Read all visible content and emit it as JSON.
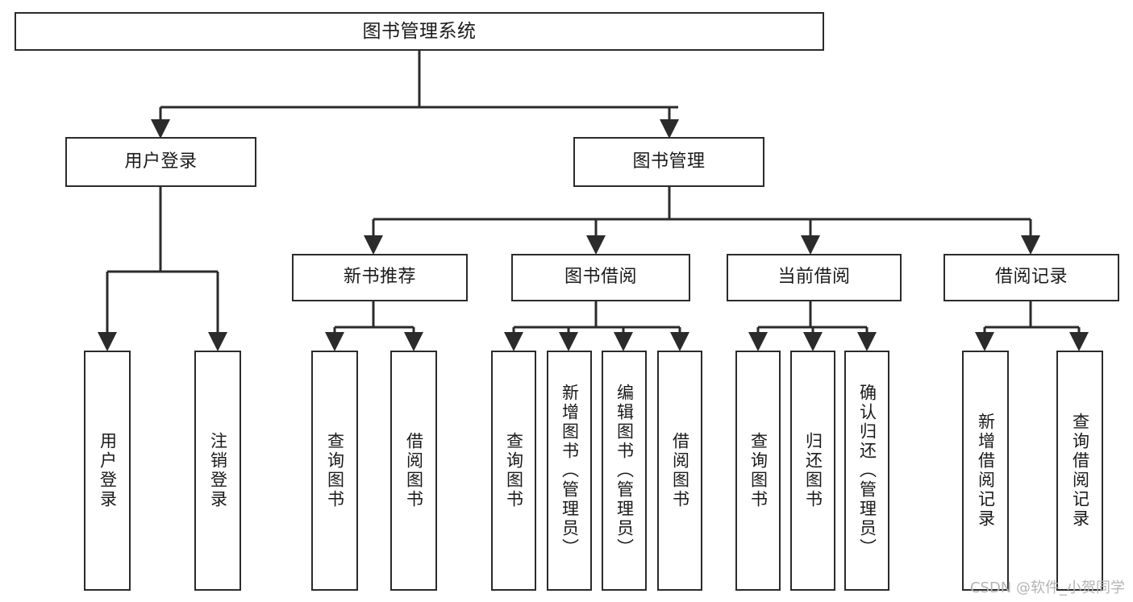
{
  "diagram": {
    "type": "tree-hierarchy",
    "title": "图书管理系统",
    "watermark": "CSDN @软件_小贺同学",
    "colors": {
      "stroke": "#2b2b2b",
      "fill": "#ffffff",
      "text": "#1a1a1a",
      "watermark": "#b4b4b4"
    },
    "levels": {
      "root": {
        "label": "图书管理系统"
      },
      "level2": [
        {
          "id": "user-login",
          "label": "用户登录"
        },
        {
          "id": "book-management",
          "label": "图书管理"
        }
      ],
      "level3": [
        {
          "id": "new-book-recommend",
          "label": "新书推荐",
          "parent": "book-management"
        },
        {
          "id": "book-borrow",
          "label": "图书借阅",
          "parent": "book-management"
        },
        {
          "id": "current-borrow",
          "label": "当前借阅",
          "parent": "book-management"
        },
        {
          "id": "borrow-record",
          "label": "借阅记录",
          "parent": "book-management"
        }
      ],
      "leaves": [
        {
          "id": "leaf-user-login",
          "label": "用户登录",
          "parent": "user-login"
        },
        {
          "id": "leaf-logout-login",
          "label": "注销登录",
          "parent": "user-login"
        },
        {
          "id": "leaf-query-book-1",
          "label": "查询图书",
          "parent": "new-book-recommend"
        },
        {
          "id": "leaf-borrow-book-1",
          "label": "借阅图书",
          "parent": "new-book-recommend"
        },
        {
          "id": "leaf-query-book-2",
          "label": "查询图书",
          "parent": "book-borrow"
        },
        {
          "id": "leaf-add-book",
          "label": "新增图书（管理员）",
          "parent": "book-borrow"
        },
        {
          "id": "leaf-edit-book",
          "label": "编辑图书（管理员）",
          "parent": "book-borrow"
        },
        {
          "id": "leaf-borrow-book-2",
          "label": "借阅图书",
          "parent": "book-borrow"
        },
        {
          "id": "leaf-query-book-3",
          "label": "查询图书",
          "parent": "current-borrow"
        },
        {
          "id": "leaf-return-book",
          "label": "归还图书",
          "parent": "current-borrow"
        },
        {
          "id": "leaf-confirm-return",
          "label": "确认归还（管理员）",
          "parent": "current-borrow"
        },
        {
          "id": "leaf-add-record",
          "label": "新增借阅记录",
          "parent": "borrow-record"
        },
        {
          "id": "leaf-query-record",
          "label": "查询借阅记录",
          "parent": "borrow-record"
        }
      ]
    }
  }
}
